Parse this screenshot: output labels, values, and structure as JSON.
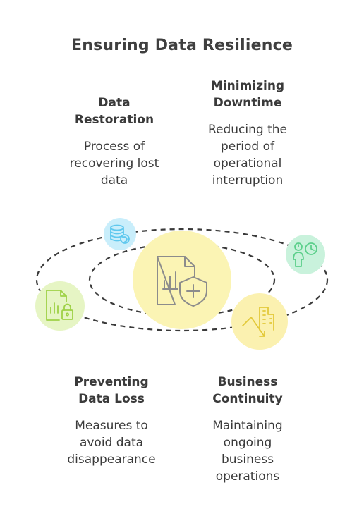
{
  "title": "Ensuring Data Resilience",
  "items": [
    {
      "head_lines": [
        "Data",
        "Restoration"
      ],
      "desc_lines": [
        "Process of",
        "recovering lost",
        "data"
      ],
      "icon": "database-refresh-icon",
      "color": "#5fc8ee"
    },
    {
      "head_lines": [
        "Minimizing",
        "Downtime"
      ],
      "desc_lines": [
        "Reducing the",
        "period of",
        "operational",
        "interruption"
      ],
      "icon": "person-clock-icon",
      "color": "#5ccf8b"
    },
    {
      "head_lines": [
        "Preventing",
        "Data Loss"
      ],
      "desc_lines": [
        "Measures to",
        "avoid data",
        "disappearance"
      ],
      "icon": "locked-document-chart-icon",
      "color": "#9ed146"
    },
    {
      "head_lines": [
        "Business",
        "Continuity"
      ],
      "desc_lines": [
        "Maintaining",
        "ongoing",
        "business",
        "operations"
      ],
      "icon": "building-decline-icon",
      "color": "#e3c93a"
    }
  ],
  "center_icon": "document-chart-shield-icon",
  "colors": {
    "center": "#fbf4b4",
    "orbit": "#3a3a3a",
    "restore_bg": "#c9eefb",
    "downtime_bg": "#c9f2dc",
    "loss_bg": "#e6f5c4",
    "continuity_bg": "#fbf1b0"
  }
}
